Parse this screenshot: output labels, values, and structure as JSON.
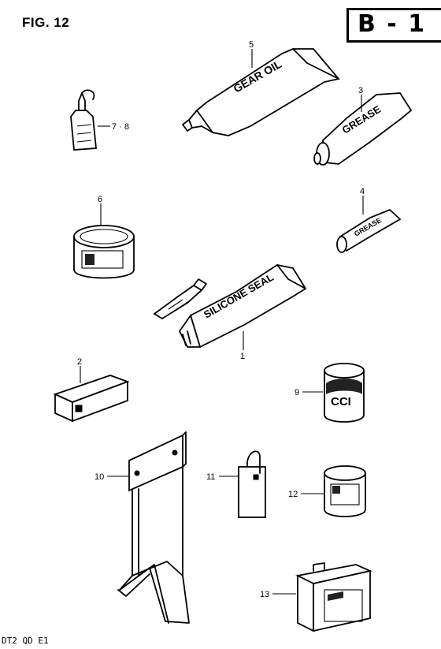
{
  "header": {
    "fig_label": "FIG. 12",
    "page_code": "B - 1"
  },
  "footer": {
    "model_code": "DT2 QD E1"
  },
  "parts": [
    {
      "id": "p1",
      "number": "1",
      "printed_label": "SILICONE SEAL"
    },
    {
      "id": "p2",
      "number": "2"
    },
    {
      "id": "p3",
      "number": "3",
      "printed_label": "GREASE"
    },
    {
      "id": "p4",
      "number": "4",
      "printed_label": "GREASE"
    },
    {
      "id": "p5",
      "number": "5",
      "printed_label": "GEAR OIL"
    },
    {
      "id": "p6",
      "number": "6"
    },
    {
      "id": "p78",
      "number": "7 · 8"
    },
    {
      "id": "p9",
      "number": "9",
      "printed_label": "CCI"
    },
    {
      "id": "p10",
      "number": "10"
    },
    {
      "id": "p11",
      "number": "11"
    },
    {
      "id": "p12",
      "number": "12"
    },
    {
      "id": "p13",
      "number": "13"
    }
  ]
}
